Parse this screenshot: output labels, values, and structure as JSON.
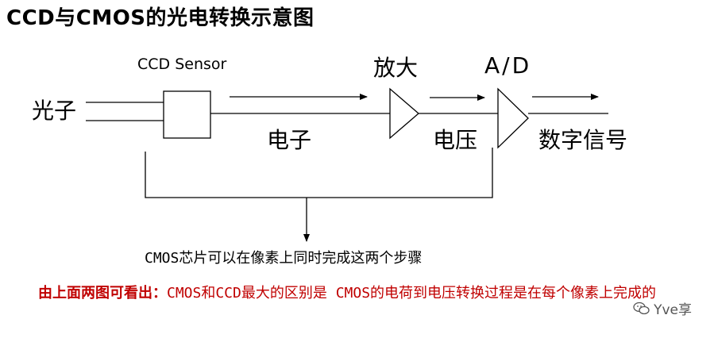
{
  "title": "CCD与CMOS的光电转换示意图",
  "diagram": {
    "sensor_label": "CCD Sensor",
    "amplifier_label": "放大",
    "ad_label": "A/D",
    "input_label": "光子",
    "stage1_output": "电子",
    "stage2_output": "电压",
    "final_output": "数字信号",
    "bracket_note": "CMOS芯片可以在像素上同时完成这两个步骤"
  },
  "conclusion": {
    "lead": "由上面两图可看出：",
    "text": "CMOS和CCD最大的区别是 CMOS的电荷到电压转换过程是在每个像素上完成的"
  },
  "watermark": {
    "icon": "wechat-icon",
    "text": "Yve享"
  }
}
